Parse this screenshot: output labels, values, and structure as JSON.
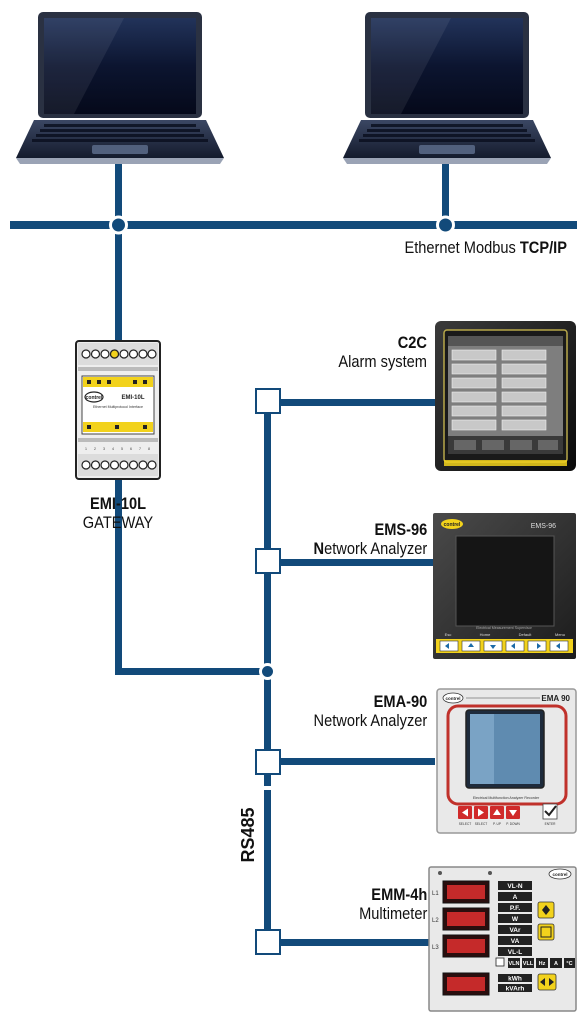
{
  "network": {
    "ethernet_label": "Ethernet Modbus",
    "ethernet_protocol": "TCP/IP",
    "bus_label": "RS485"
  },
  "gateway": {
    "model": "EMI-10L",
    "role": "GATEWAY",
    "panel_brand": "contrel",
    "panel_model": "EMI-10L",
    "panel_subtitle": "Ethernet Multiprotocol Interface"
  },
  "devices": [
    {
      "model": "C2C",
      "desc_first": "",
      "desc_rest": "Alarm system"
    },
    {
      "model": "EMS-96",
      "desc_first": "N",
      "desc_rest": "etwork Analyzer",
      "screen_text": "EMS-96",
      "caption": "Electrical Measurement Supervisor",
      "buttons": [
        "Esc",
        "Home",
        "Default",
        "Menu"
      ]
    },
    {
      "model": "EMA-90",
      "desc_first": "",
      "desc_rest": "Network Analyzer",
      "screen_text": "EMA 90",
      "caption": "Electrical Multifunction Analyzer Recorder",
      "buttons": [
        "SELECT",
        "SELECT",
        "P. UP",
        "P. DOWN",
        "ENTER"
      ]
    },
    {
      "model": "EMM-4h",
      "desc_first": "",
      "desc_rest": "Multimeter",
      "units": [
        "VL-N",
        "A",
        "P.F.",
        "W",
        "VAr",
        "VA",
        "VL-L"
      ],
      "bottom_units": [
        "VLN",
        "VLL",
        "Hz",
        "A",
        "°C"
      ],
      "energy_units": [
        "kWh",
        "kVArh"
      ]
    }
  ],
  "colors": {
    "line": "#124a7a",
    "node": "#124a7a",
    "yellow": "#f2d21c"
  }
}
